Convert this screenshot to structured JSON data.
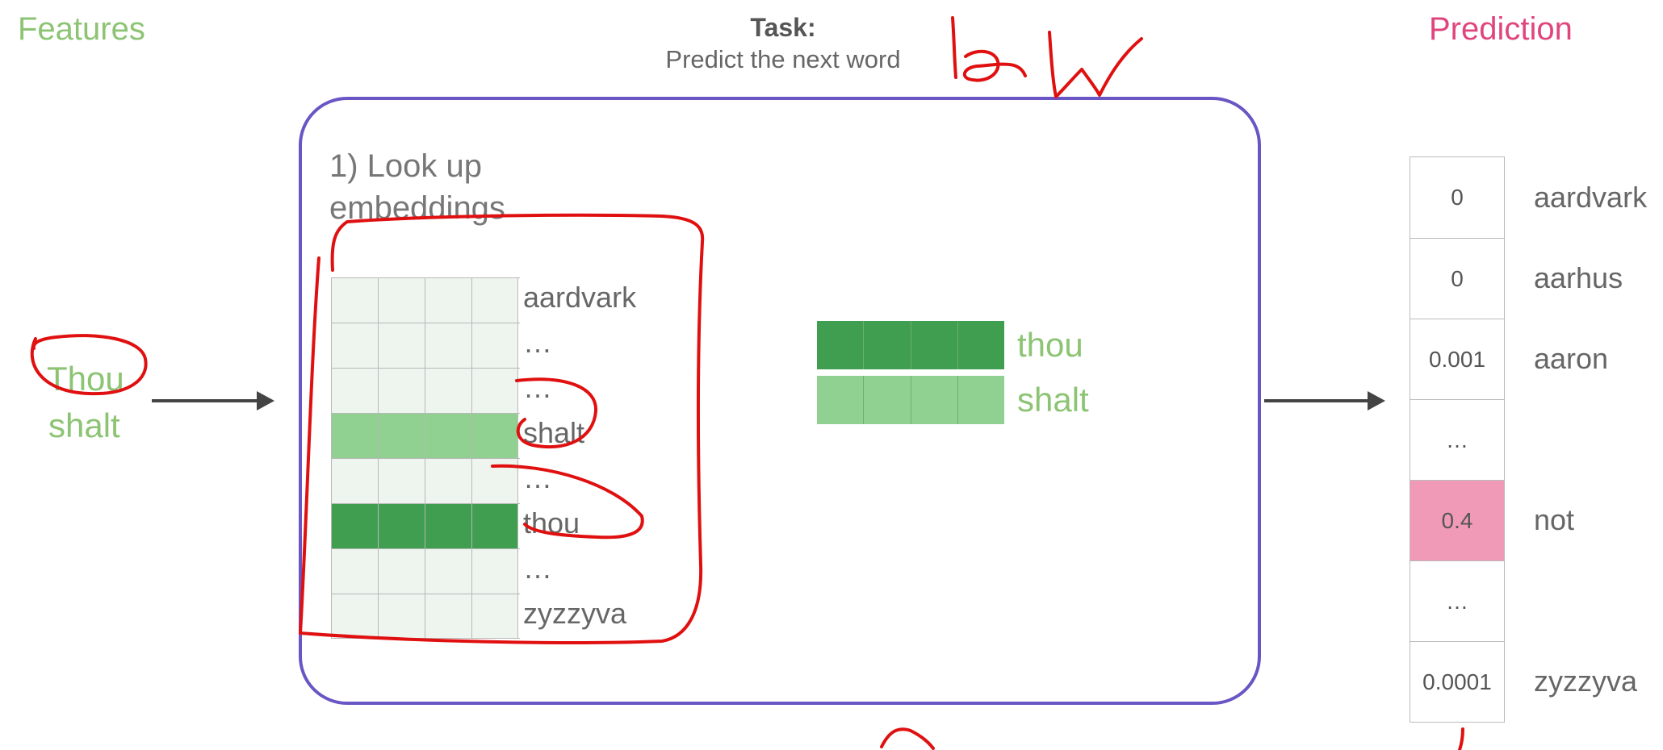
{
  "header": {
    "features_title": "Features",
    "task_label": "Task:",
    "task_description": "Predict the next word",
    "prediction_title": "Prediction"
  },
  "features": {
    "words": [
      "Thou",
      "shalt"
    ]
  },
  "step": {
    "label_line1": "1) Look up",
    "label_line2": "embeddings"
  },
  "embedding_matrix": {
    "rows": [
      {
        "label": "aardvark",
        "shade": "light"
      },
      {
        "label": "…",
        "shade": "light"
      },
      {
        "label": "…",
        "shade": "light"
      },
      {
        "label": "shalt",
        "shade": "medium"
      },
      {
        "label": "…",
        "shade": "light"
      },
      {
        "label": "thou",
        "shade": "dark"
      },
      {
        "label": "…",
        "shade": "light"
      },
      {
        "label": "zyzzyva",
        "shade": "light"
      }
    ],
    "columns": 4
  },
  "looked_up": [
    {
      "label": "thou",
      "shade": "dark"
    },
    {
      "label": "shalt",
      "shade": "medium"
    }
  ],
  "predictions": [
    {
      "value": "0",
      "word": "aardvark",
      "highlight": false
    },
    {
      "value": "0",
      "word": "aarhus",
      "highlight": false
    },
    {
      "value": "0.001",
      "word": "aaron",
      "highlight": false
    },
    {
      "value": "…",
      "word": "",
      "highlight": false
    },
    {
      "value": "0.4",
      "word": "not",
      "highlight": true
    },
    {
      "value": "…",
      "word": "",
      "highlight": false
    },
    {
      "value": "0.0001",
      "word": "zyzzyva",
      "highlight": false
    }
  ],
  "annotation": {
    "handwritten_text": "10W"
  },
  "colors": {
    "features_green": "#8cc474",
    "prediction_pink": "#e0467e",
    "box_purple": "#6a55c4",
    "cell_light": "#eef5ee",
    "cell_medium": "#90d090",
    "cell_dark": "#3f9e4f",
    "highlight_pink": "#f09ab8",
    "annotation_red": "#e01010"
  }
}
